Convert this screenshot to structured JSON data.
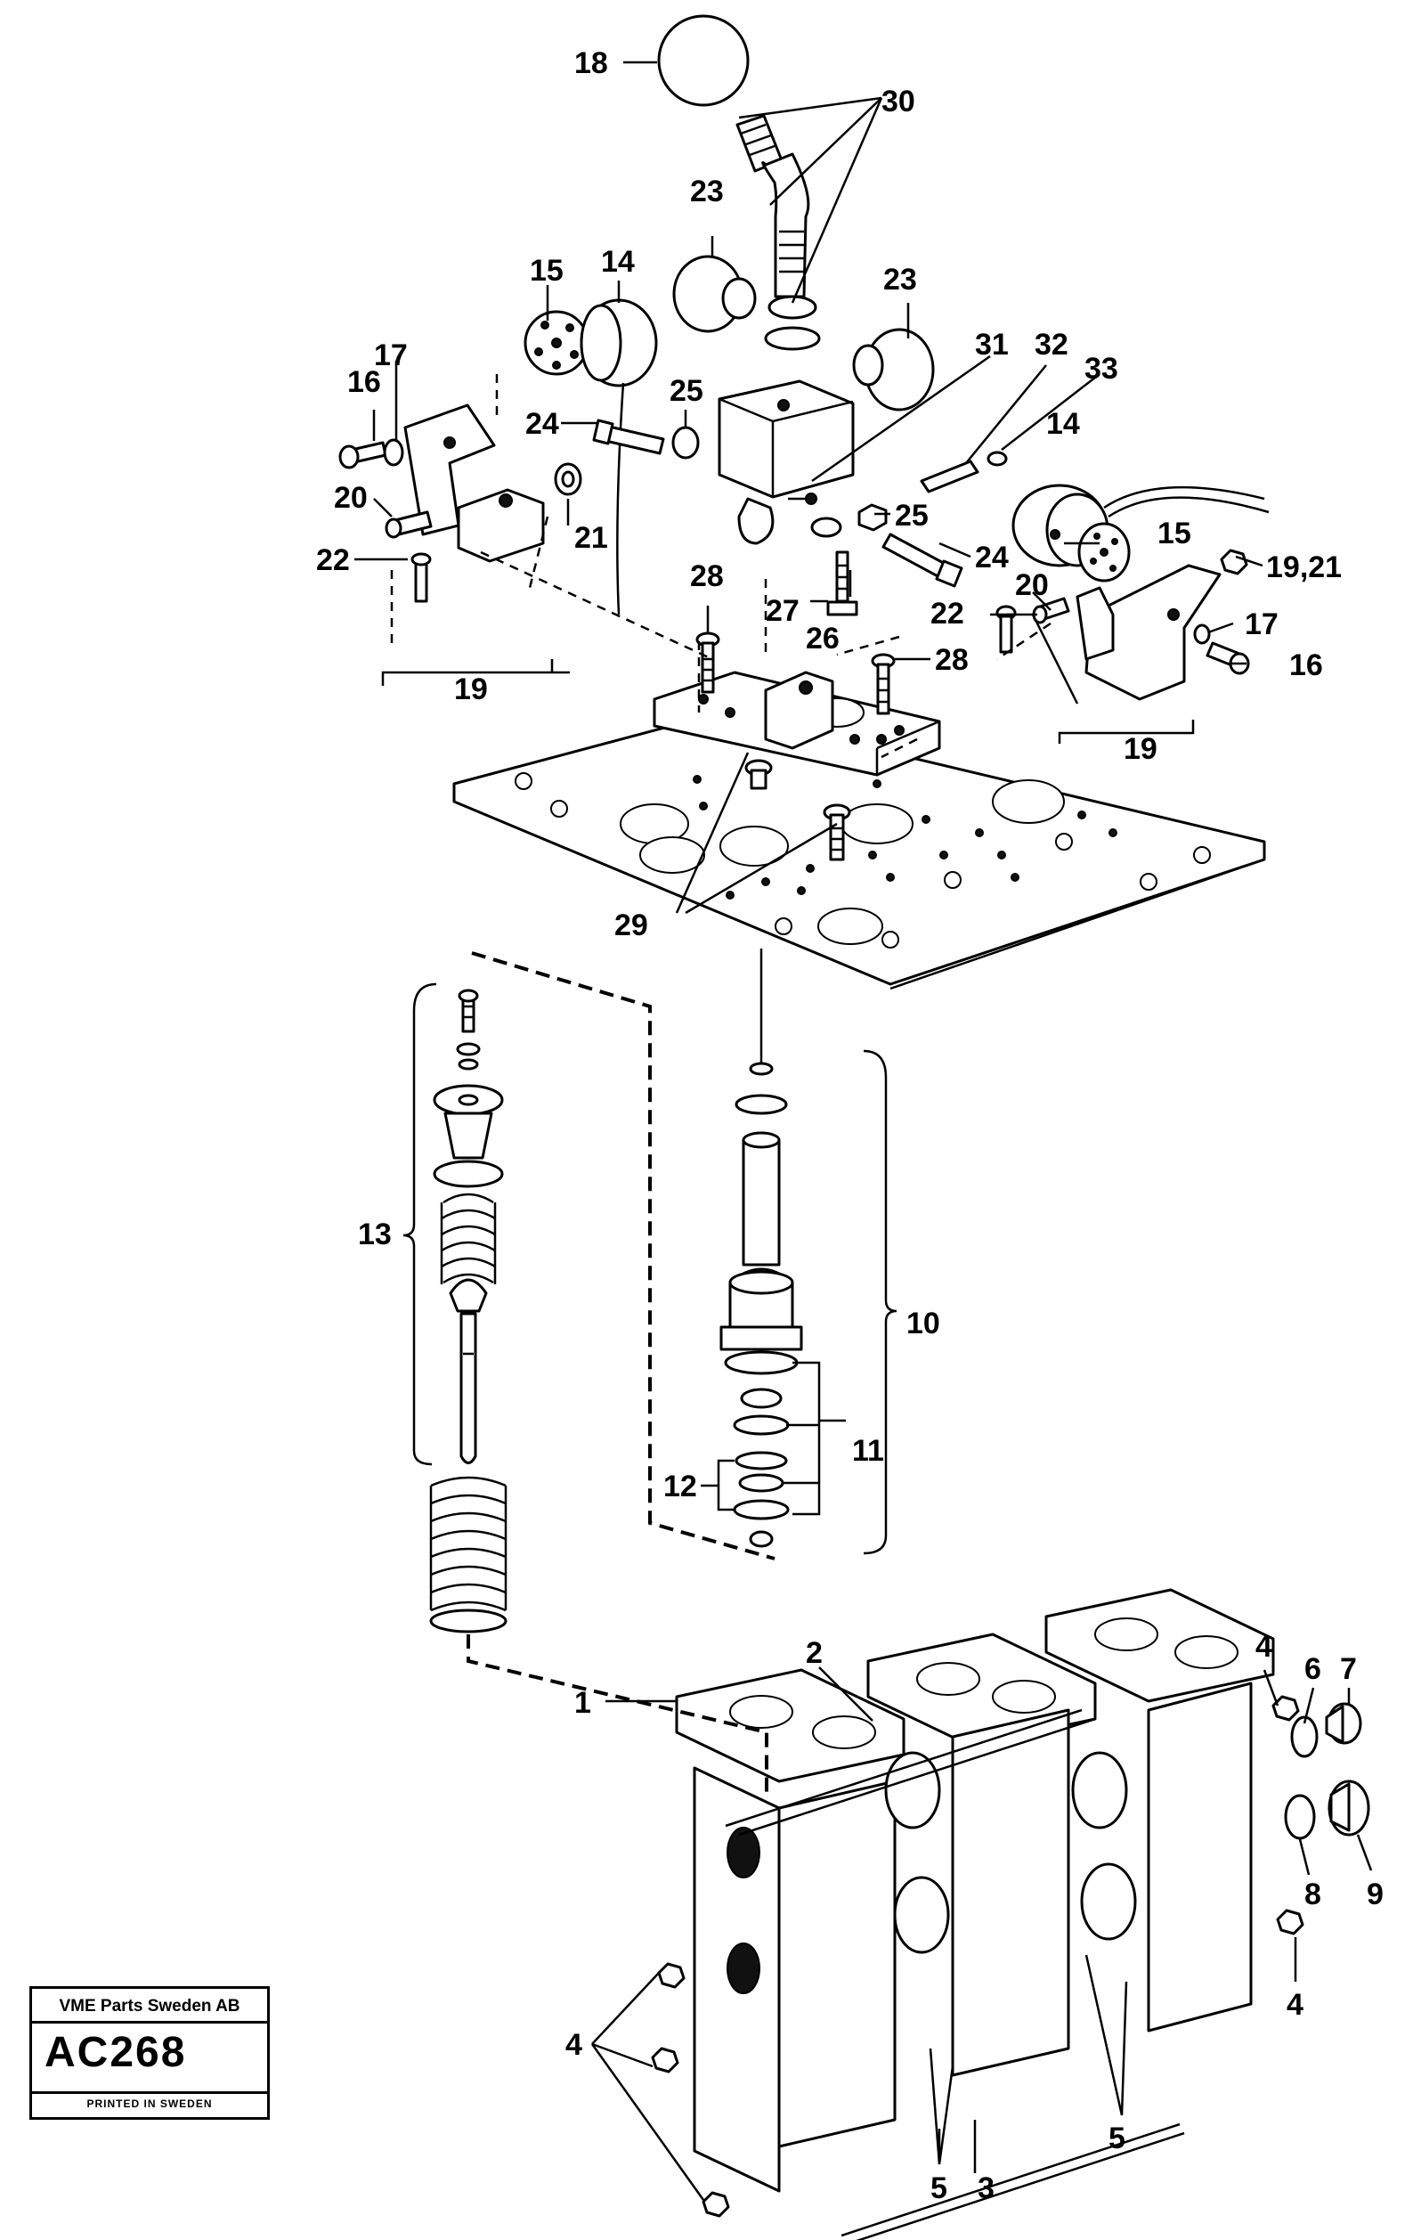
{
  "diagram": {
    "labels": {
      "l1": "1",
      "l2": "2",
      "l3": "3",
      "l4a": "4",
      "l4b": "4",
      "l4c": "4",
      "l5a": "5",
      "l5b": "5",
      "l6": "6",
      "l7": "7",
      "l8": "8",
      "l9": "9",
      "l10": "10",
      "l11": "11",
      "l12": "12",
      "l13": "13",
      "l14a": "14",
      "l14b": "14",
      "l15a": "15",
      "l15b": "15",
      "l16a": "16",
      "l16b": "16",
      "l17a": "17",
      "l17b": "17",
      "l18": "18",
      "l19a": "19",
      "l19b": "19",
      "l1921": "19,21",
      "l20a": "20",
      "l20b": "20",
      "l21": "21",
      "l22a": "22",
      "l22b": "22",
      "l23a": "23",
      "l23b": "23",
      "l24a": "24",
      "l24b": "24",
      "l25a": "25",
      "l25b": "25",
      "l26": "26",
      "l27": "27",
      "l28a": "28",
      "l28b": "28",
      "l29": "29",
      "l30": "30",
      "l31": "31",
      "l32": "32",
      "l33": "33"
    }
  },
  "stamp": {
    "company": "VME Parts Sweden AB",
    "code": "AC268",
    "printed": "PRINTED IN SWEDEN"
  }
}
